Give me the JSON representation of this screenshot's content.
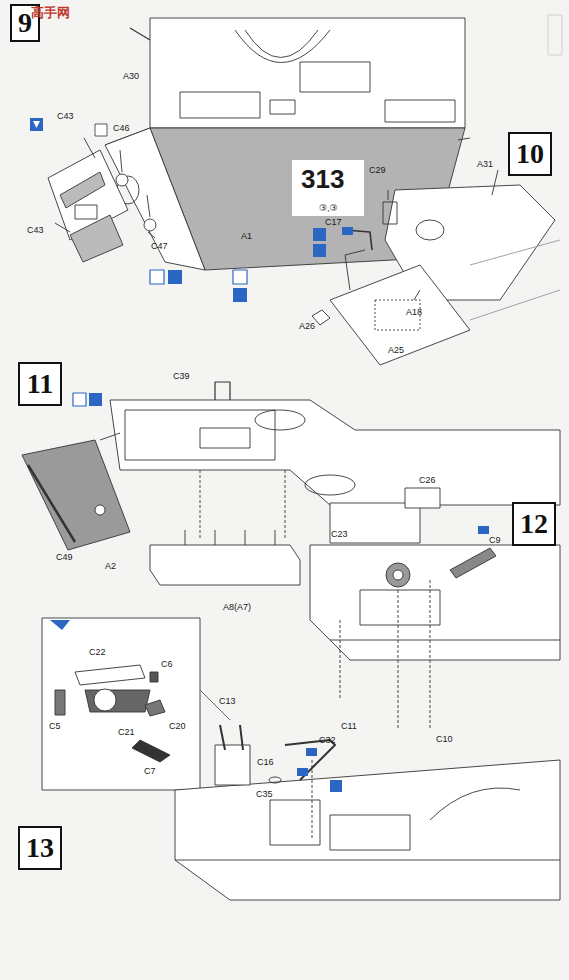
{
  "diagram": {
    "nodes": [
      {
        "text": [
          "9"
        ]
      },
      {
        "text": [
          "10"
        ]
      },
      {
        "text": [
          "11"
        ]
      },
      {
        "text": [
          "12"
        ]
      },
      {
        "text": [
          "13"
        ]
      }
    ],
    "labels": [
      "A30",
      "C43",
      "C46",
      "C43",
      "C47",
      "A1",
      "313",
      "③,③",
      "C17",
      "C29",
      "A31",
      "A18",
      "A26",
      "A25",
      "C39",
      "C49",
      "A2",
      "A8(A7)",
      "C26",
      "C23",
      "C9",
      "C11",
      "C10",
      "C22",
      "C6",
      "C21",
      "C20",
      "C5",
      "C7",
      "C13",
      "C16",
      "C32",
      "C35",
      "高手网"
    ]
  }
}
